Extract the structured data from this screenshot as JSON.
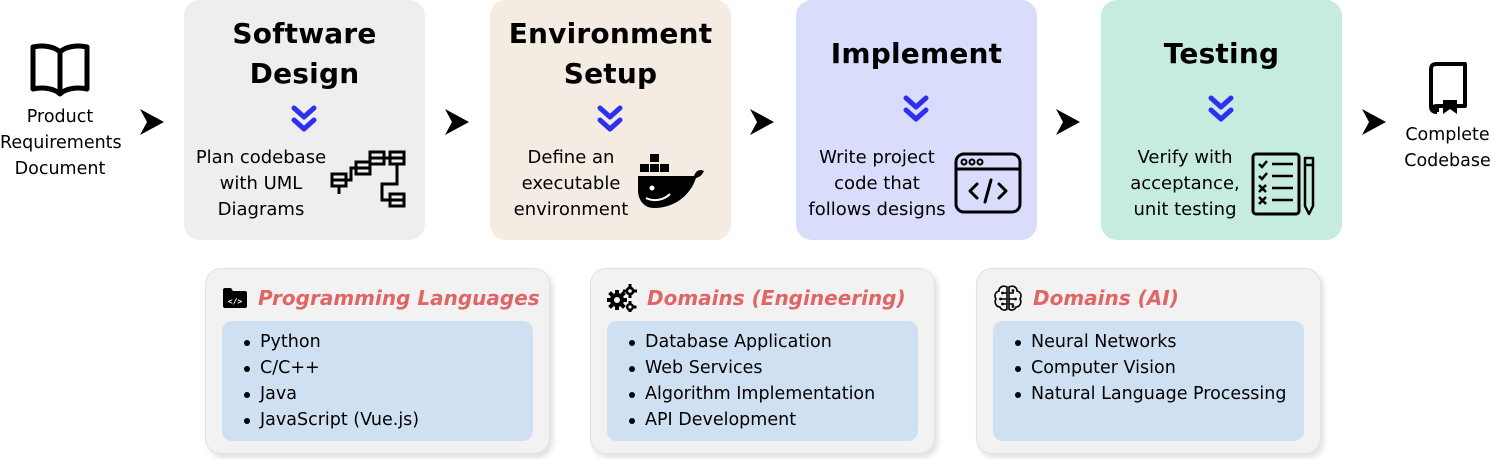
{
  "start": {
    "label_lines": [
      "Product",
      "Requirements",
      "Document"
    ],
    "icon": "open-book-icon"
  },
  "end": {
    "label_lines": [
      "Complete",
      "Codebase"
    ],
    "icon": "bookmark-book-icon"
  },
  "stages": [
    {
      "title_lines": [
        "Software",
        "Design"
      ],
      "desc_lines": [
        "Plan codebase",
        "with UML",
        "Diagrams"
      ],
      "color": "#eeeeee",
      "icon": "uml-diagram-icon"
    },
    {
      "title_lines": [
        "Environment",
        "Setup"
      ],
      "desc_lines": [
        "Define an",
        "executable",
        "environment"
      ],
      "color": "#f4ebe2",
      "icon": "docker-whale-icon"
    },
    {
      "title_lines": [
        "Implement"
      ],
      "desc_lines": [
        "Write project",
        "code that",
        "follows designs"
      ],
      "color": "#d9dcfb",
      "icon": "code-window-icon"
    },
    {
      "title_lines": [
        "Testing"
      ],
      "desc_lines": [
        "Verify with",
        "acceptance,",
        "unit testing"
      ],
      "color": "#c6ece0",
      "icon": "checklist-icon"
    }
  ],
  "categories": [
    {
      "title": "Programming Languages",
      "icon": "code-folder-icon",
      "items": [
        "Python",
        "C/C++",
        "Java",
        "JavaScript (Vue.js)"
      ]
    },
    {
      "title": "Domains (Engineering)",
      "icon": "gears-icon",
      "items": [
        "Database Application",
        "Web Services",
        "Algorithm Implementation",
        "API Development"
      ]
    },
    {
      "title": "Domains (AI)",
      "icon": "brain-circuit-icon",
      "items": [
        "Neural Networks",
        "Computer Vision",
        "Natural Language Processing"
      ]
    }
  ],
  "colors": {
    "chevron": "#2f2ff0",
    "category_title": "#e06666",
    "list_panel": "#d0e0f3"
  }
}
